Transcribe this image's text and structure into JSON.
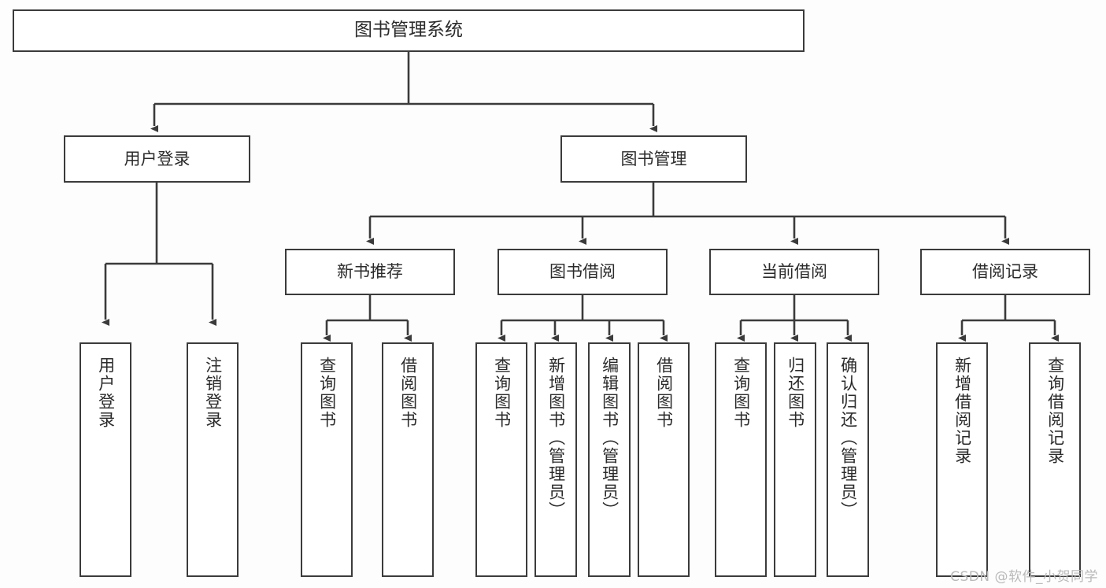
{
  "diagram": {
    "title": "图书管理系统",
    "type": "tree",
    "colors": {
      "background": "#fdfdfd",
      "box_fill": "#ffffff",
      "line": "#3b3b3b",
      "text": "#2b2b2b",
      "watermark": "#b9b9b9"
    },
    "root": {
      "label": "图书管理系统"
    },
    "level1": [
      {
        "label": "用户登录"
      },
      {
        "label": "图书管理"
      }
    ],
    "level2": [
      {
        "label": "新书推荐"
      },
      {
        "label": "图书借阅"
      },
      {
        "label": "当前借阅"
      },
      {
        "label": "借阅记录"
      }
    ],
    "leaves": [
      {
        "label": "用户登录",
        "parent": "用户登录"
      },
      {
        "label": "注销登录",
        "parent": "用户登录"
      },
      {
        "label": "查询图书",
        "parent": "新书推荐"
      },
      {
        "label": "借阅图书",
        "parent": "新书推荐"
      },
      {
        "label": "查询图书",
        "parent": "图书借阅"
      },
      {
        "label": "新增图书（管理员）",
        "parent": "图书借阅"
      },
      {
        "label": "编辑图书（管理员）",
        "parent": "图书借阅"
      },
      {
        "label": "借阅图书",
        "parent": "图书借阅"
      },
      {
        "label": "查询图书",
        "parent": "当前借阅"
      },
      {
        "label": "归还图书",
        "parent": "当前借阅"
      },
      {
        "label": "确认归还（管理员）",
        "parent": "当前借阅"
      },
      {
        "label": "新增借阅记录",
        "parent": "借阅记录"
      },
      {
        "label": "查询借阅记录",
        "parent": "借阅记录"
      }
    ],
    "watermark": "CSDN @软件_小贺同学"
  }
}
